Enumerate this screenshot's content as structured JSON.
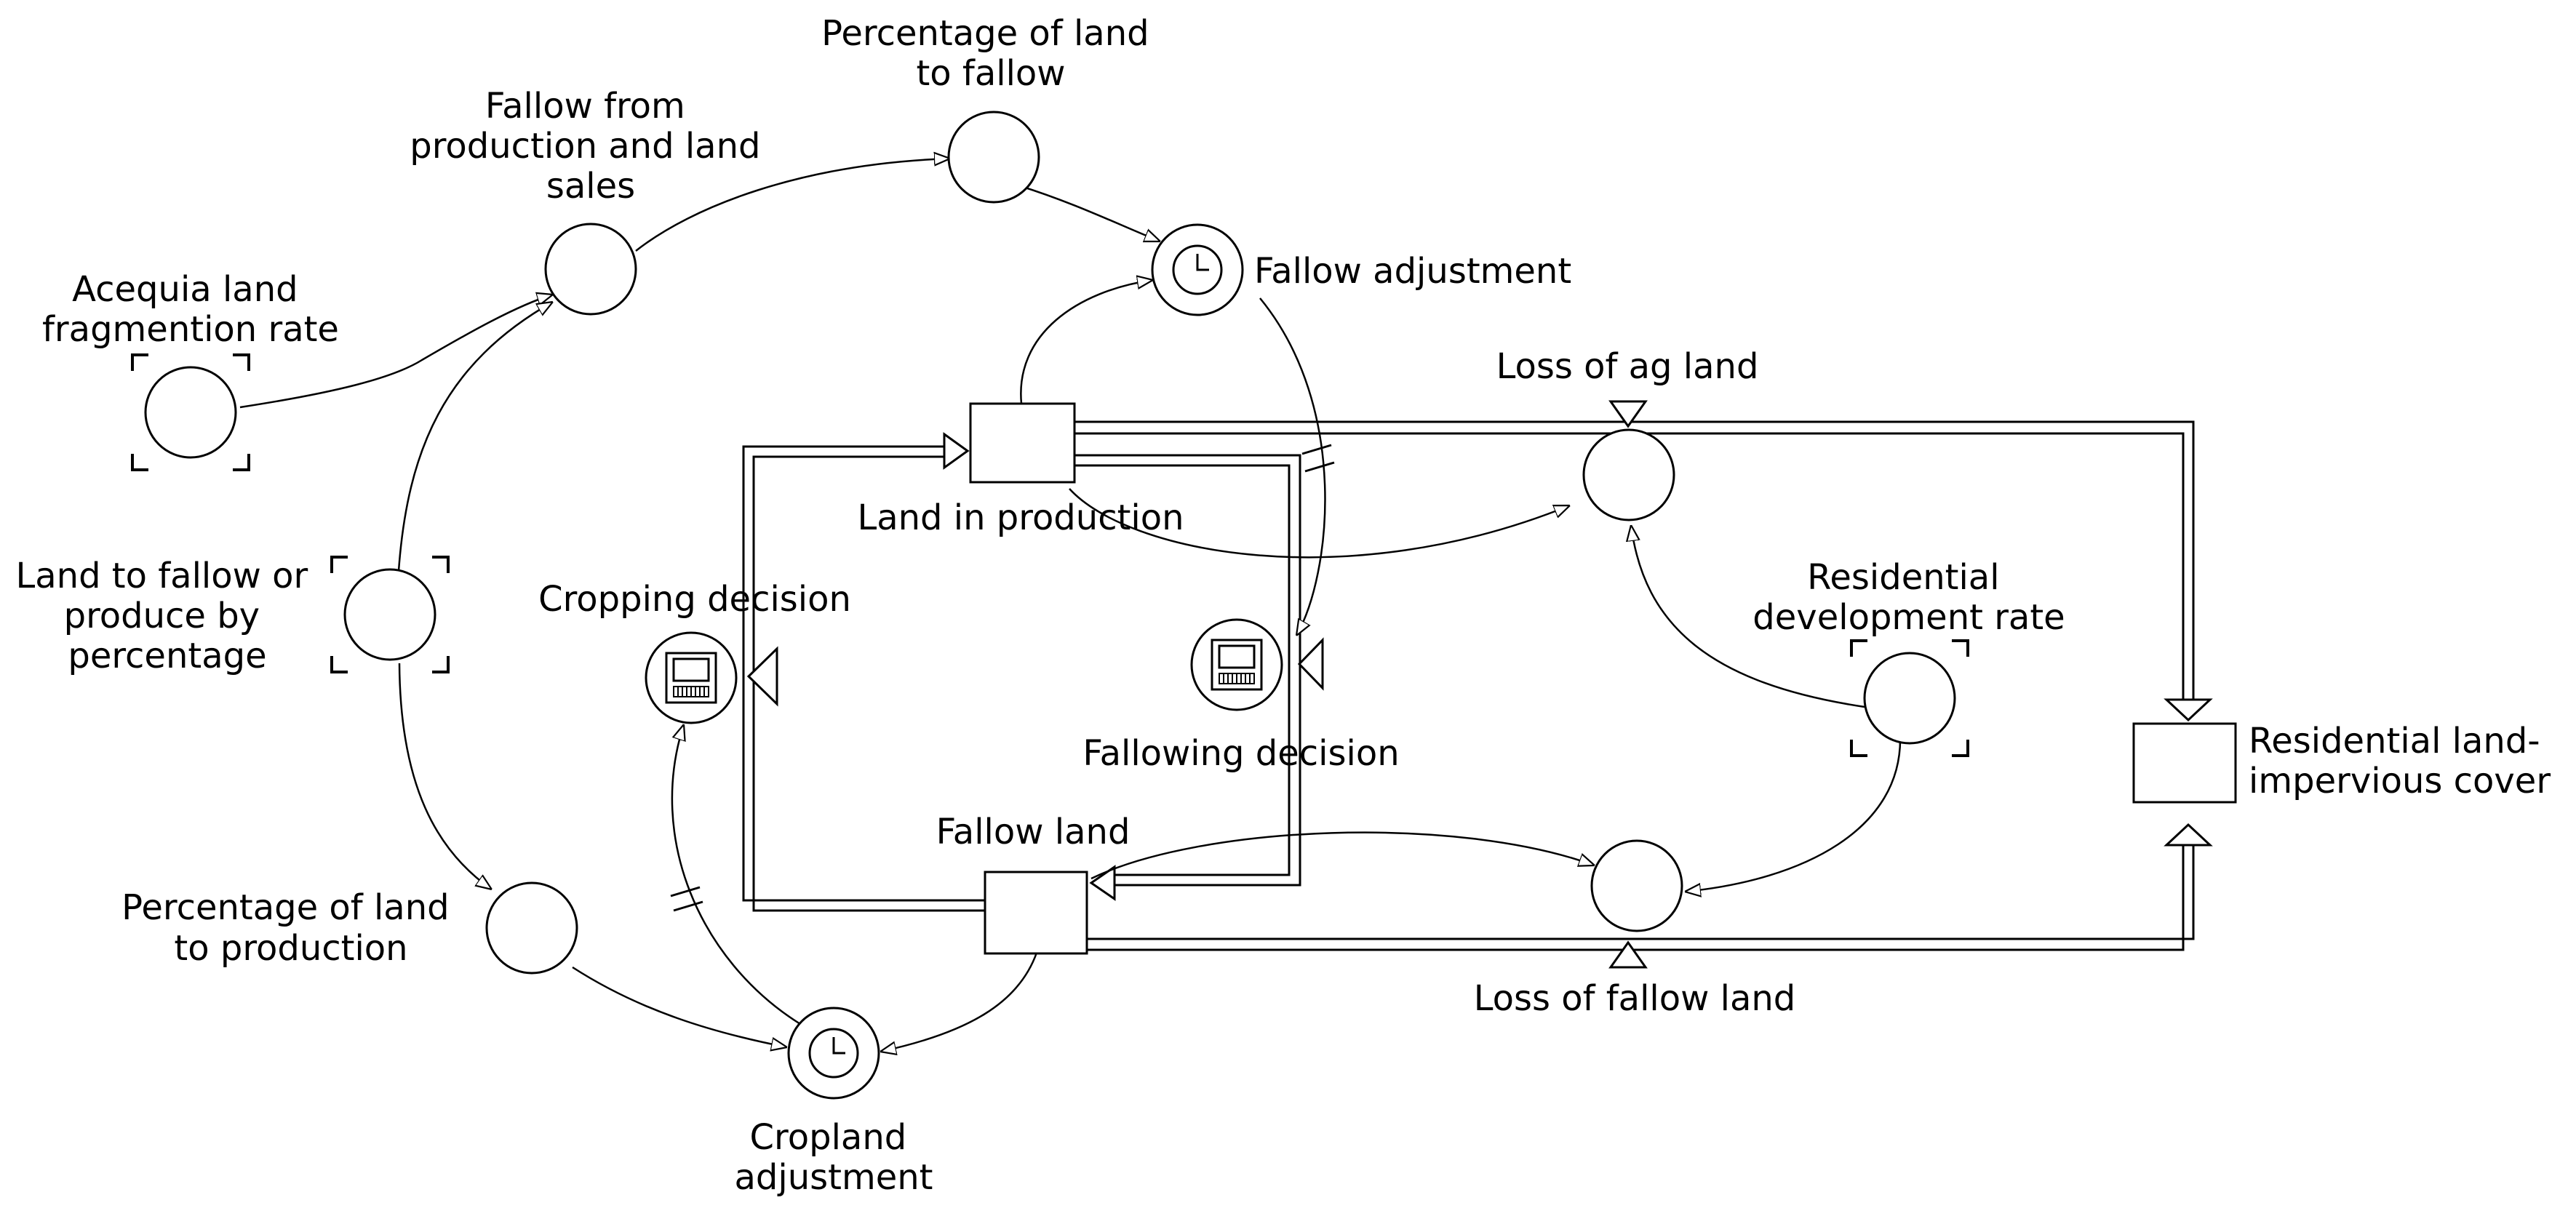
{
  "labels": {
    "pct_land_to_fallow": [
      "Percentage of land",
      "to fallow"
    ],
    "fallow_from_production": [
      "Fallow from",
      "production and land",
      "sales"
    ],
    "acequia_rate": [
      "Acequia land",
      "fragmention rate"
    ],
    "fallow_adjustment": [
      "Fallow adjustment"
    ],
    "loss_of_ag_land": [
      "Loss of ag land"
    ],
    "land_in_production": [
      "Land in production"
    ],
    "land_to_fallow_or_produce": [
      "Land to fallow or",
      "produce by",
      "percentage"
    ],
    "cropping_decision": [
      "Cropping decision"
    ],
    "residential_dev_rate": [
      "Residential",
      "development rate"
    ],
    "fallowing_decision": [
      "Fallowing decision"
    ],
    "residential_land": [
      "Residential land-",
      "impervious cover"
    ],
    "fallow_land": [
      "Fallow land"
    ],
    "pct_land_to_production": [
      "Percentage of land",
      "to production"
    ],
    "loss_of_fallow_land": [
      "Loss of fallow land"
    ],
    "cropland_adjustment": [
      "Cropland",
      "adjustment"
    ]
  },
  "icons": {
    "clock": "clock-icon",
    "decision": "data-table-icon"
  }
}
